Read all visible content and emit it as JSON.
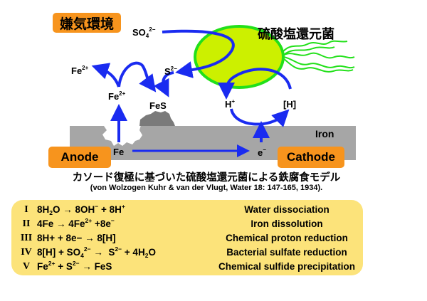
{
  "labels": {
    "environment": "嫌気環境",
    "bacteria": "硫酸塩還元菌",
    "sulfate": {
      "base": "SO",
      "sub": "4",
      "sup": "2−"
    },
    "sulfide": {
      "base": "S",
      "sup": "2−"
    },
    "fe2_left": {
      "base": "Fe",
      "sup": "2+"
    },
    "fe2_mid": {
      "base": "Fe",
      "sup": "2+"
    },
    "fes": "FeS",
    "h_plus": {
      "base": "H",
      "sup": "+"
    },
    "h_atom": "[H]",
    "iron": "Iron",
    "fe": "Fe",
    "electron": {
      "base": "e",
      "sup": "−"
    },
    "anode": "Anode",
    "cathode": "Cathode"
  },
  "caption": {
    "title": "カソード復極に基づいた硫酸塩還元菌による鉄腐食モデル",
    "reference": "(von Wolzogen Kuhr & van der Vlugt, Water 18: 147-165, 1934)."
  },
  "reactions": [
    {
      "numeral": "I",
      "equation_html": "8H<sub>2</sub>O → 8OH<sup>−</sup> + 8H<sup>+</sup>",
      "description": "Water dissociation"
    },
    {
      "numeral": "II",
      "equation_html": "4Fe → 4Fe<sup>2+</sup> +8e<sup>−</sup>",
      "description": "Iron dissolution"
    },
    {
      "numeral": "III",
      "equation_html": "8H+ + 8e− → 8[H]",
      "description": "Chemical proton reduction"
    },
    {
      "numeral": "IV",
      "equation_html": "8[H] + SO<sub>4</sub><sup>2−</sup> →&nbsp; S<sup>2−</sup> + 4H<sub>2</sub>O",
      "description": "Bacterial sulfate reduction"
    },
    {
      "numeral": "V",
      "equation_html": "Fe<sup>2+</sup> + S<sup>2−</sup> → FeS",
      "description": "Chemical sulfide precipitation"
    }
  ],
  "colors": {
    "arrow": "#1a2bf0",
    "cell_fill": "#ccf000",
    "cell_outline": "#22e01a",
    "iron": "#a6a6a6",
    "fes": "#7a7a7a",
    "tag": "#f7941d",
    "equation_box": "#fce37a"
  }
}
